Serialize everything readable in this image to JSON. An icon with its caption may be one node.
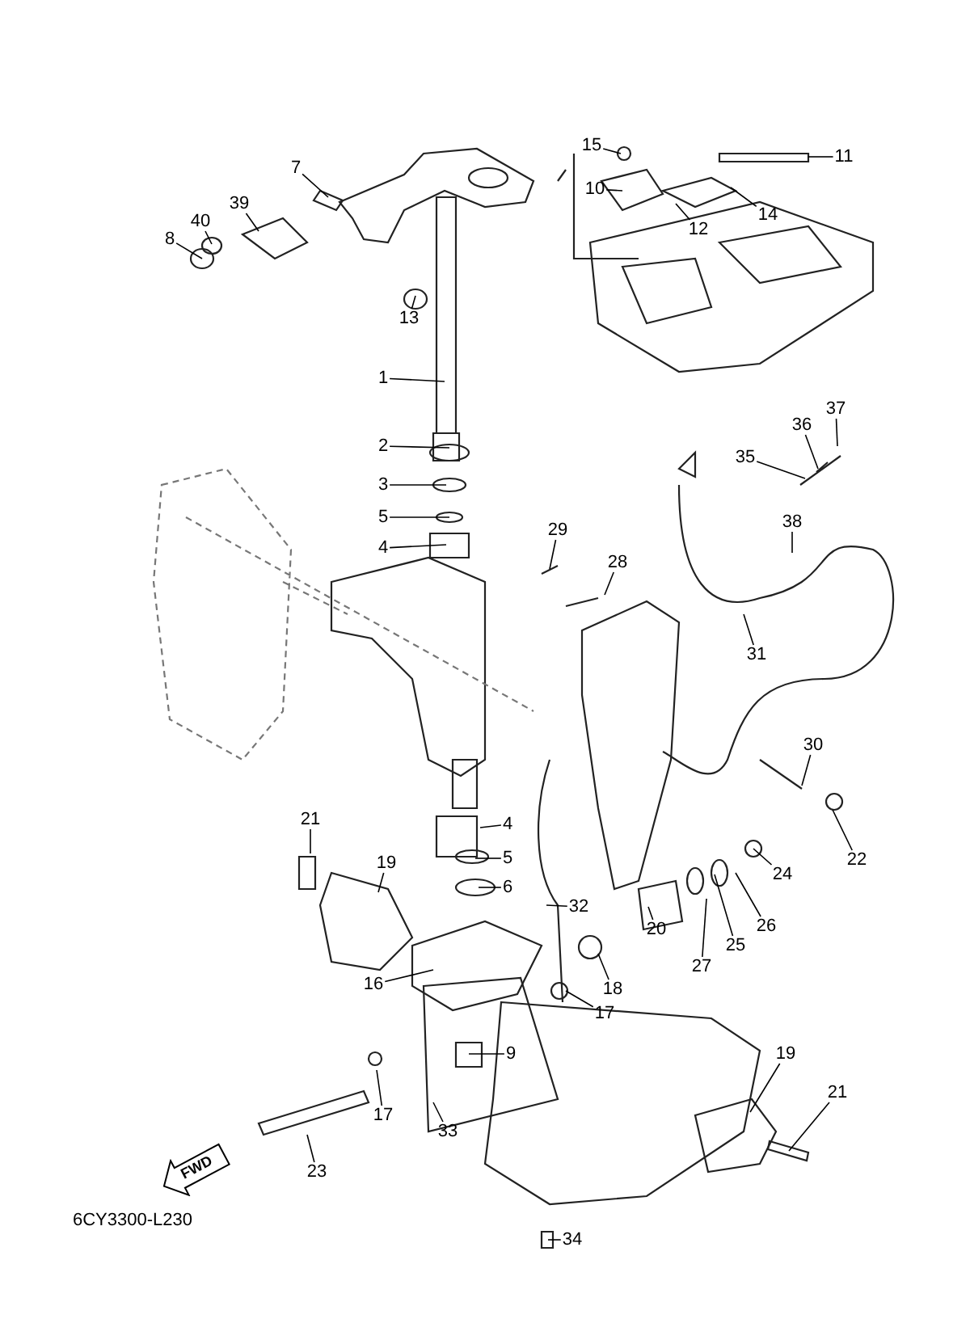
{
  "diagram": {
    "nodes": [
      {
        "text": [
          "15"
        ]
      },
      {
        "text": [
          "11"
        ]
      },
      {
        "text": [
          "7"
        ]
      },
      {
        "text": [
          "39"
        ]
      },
      {
        "text": [
          "40"
        ]
      },
      {
        "text": [
          "8"
        ]
      },
      {
        "text": [
          "10"
        ]
      },
      {
        "text": [
          "12"
        ]
      },
      {
        "text": [
          "14"
        ]
      },
      {
        "text": [
          "13"
        ]
      },
      {
        "text": [
          "1"
        ]
      },
      {
        "text": [
          "2"
        ]
      },
      {
        "text": [
          "3"
        ]
      },
      {
        "text": [
          "5"
        ]
      },
      {
        "text": [
          "4"
        ]
      },
      {
        "text": [
          "29"
        ]
      },
      {
        "text": [
          "28"
        ]
      },
      {
        "text": [
          "35"
        ]
      },
      {
        "text": [
          "36"
        ]
      },
      {
        "text": [
          "37"
        ]
      },
      {
        "text": [
          "38"
        ]
      },
      {
        "text": [
          "31"
        ]
      },
      {
        "text": [
          "30"
        ]
      },
      {
        "text": [
          "21"
        ]
      },
      {
        "text": [
          "19"
        ]
      },
      {
        "text": [
          "4"
        ]
      },
      {
        "text": [
          "5"
        ]
      },
      {
        "text": [
          "6"
        ]
      },
      {
        "text": [
          "32"
        ]
      },
      {
        "text": [
          "22"
        ]
      },
      {
        "text": [
          "24"
        ]
      },
      {
        "text": [
          "26"
        ]
      },
      {
        "text": [
          "25"
        ]
      },
      {
        "text": [
          "27"
        ]
      },
      {
        "text": [
          "20"
        ]
      },
      {
        "text": [
          "18"
        ]
      },
      {
        "text": [
          "17"
        ]
      },
      {
        "text": [
          "16"
        ]
      },
      {
        "text": [
          "9"
        ]
      },
      {
        "text": [
          "33"
        ]
      },
      {
        "text": [
          "17"
        ]
      },
      {
        "text": [
          "23"
        ]
      },
      {
        "text": [
          "19"
        ]
      },
      {
        "text": [
          "21"
        ]
      },
      {
        "text": [
          "34"
        ]
      },
      {
        "text": [
          "FWD"
        ]
      }
    ],
    "edges": [
      {
        "from": 0,
        "to": null,
        "arrow": "none"
      },
      {
        "from": 1,
        "to": null,
        "arrow": "none"
      },
      {
        "from": 2,
        "to": null,
        "arrow": "none"
      },
      {
        "from": 3,
        "to": null,
        "arrow": "none"
      },
      {
        "from": 4,
        "to": null,
        "arrow": "none"
      },
      {
        "from": 5,
        "to": null,
        "arrow": "none"
      },
      {
        "from": 6,
        "to": null,
        "arrow": "none"
      },
      {
        "from": 7,
        "to": null,
        "arrow": "none"
      },
      {
        "from": 8,
        "to": null,
        "arrow": "none"
      },
      {
        "from": 9,
        "to": null,
        "arrow": "none"
      },
      {
        "from": 10,
        "to": null,
        "arrow": "none"
      },
      {
        "from": 11,
        "to": null,
        "arrow": "none"
      },
      {
        "from": 12,
        "to": null,
        "arrow": "none"
      },
      {
        "from": 13,
        "to": null,
        "arrow": "none"
      },
      {
        "from": 14,
        "to": null,
        "arrow": "none"
      },
      {
        "from": 15,
        "to": null,
        "arrow": "none"
      },
      {
        "from": 16,
        "to": null,
        "arrow": "none"
      },
      {
        "from": 17,
        "to": null,
        "arrow": "none"
      },
      {
        "from": 18,
        "to": null,
        "arrow": "none"
      },
      {
        "from": 19,
        "to": null,
        "arrow": "none"
      },
      {
        "from": 20,
        "to": null,
        "arrow": "none"
      },
      {
        "from": 21,
        "to": null,
        "arrow": "none"
      },
      {
        "from": 22,
        "to": null,
        "arrow": "none"
      },
      {
        "from": 23,
        "to": null,
        "arrow": "none"
      },
      {
        "from": 24,
        "to": null,
        "arrow": "none"
      },
      {
        "from": 25,
        "to": null,
        "arrow": "none"
      },
      {
        "from": 26,
        "to": null,
        "arrow": "none"
      },
      {
        "from": 27,
        "to": null,
        "arrow": "none"
      },
      {
        "from": 28,
        "to": null,
        "arrow": "none"
      },
      {
        "from": 29,
        "to": null,
        "arrow": "none"
      },
      {
        "from": 30,
        "to": null,
        "arrow": "none"
      },
      {
        "from": 31,
        "to": null,
        "arrow": "none"
      },
      {
        "from": 32,
        "to": null,
        "arrow": "none"
      },
      {
        "from": 33,
        "to": null,
        "arrow": "none"
      },
      {
        "from": 34,
        "to": null,
        "arrow": "none"
      },
      {
        "from": 35,
        "to": null,
        "arrow": "none"
      },
      {
        "from": 36,
        "to": null,
        "arrow": "none"
      },
      {
        "from": 37,
        "to": null,
        "arrow": "none"
      },
      {
        "from": 38,
        "to": null,
        "arrow": "none"
      },
      {
        "from": 39,
        "to": null,
        "arrow": "none"
      },
      {
        "from": 40,
        "to": null,
        "arrow": "none"
      },
      {
        "from": 41,
        "to": null,
        "arrow": "none"
      },
      {
        "from": 42,
        "to": null,
        "arrow": "none"
      },
      {
        "from": 43,
        "to": null,
        "arrow": "none"
      },
      {
        "from": 44,
        "to": null,
        "arrow": "none"
      }
    ],
    "labels": [
      "6CY3300-L230"
    ]
  }
}
